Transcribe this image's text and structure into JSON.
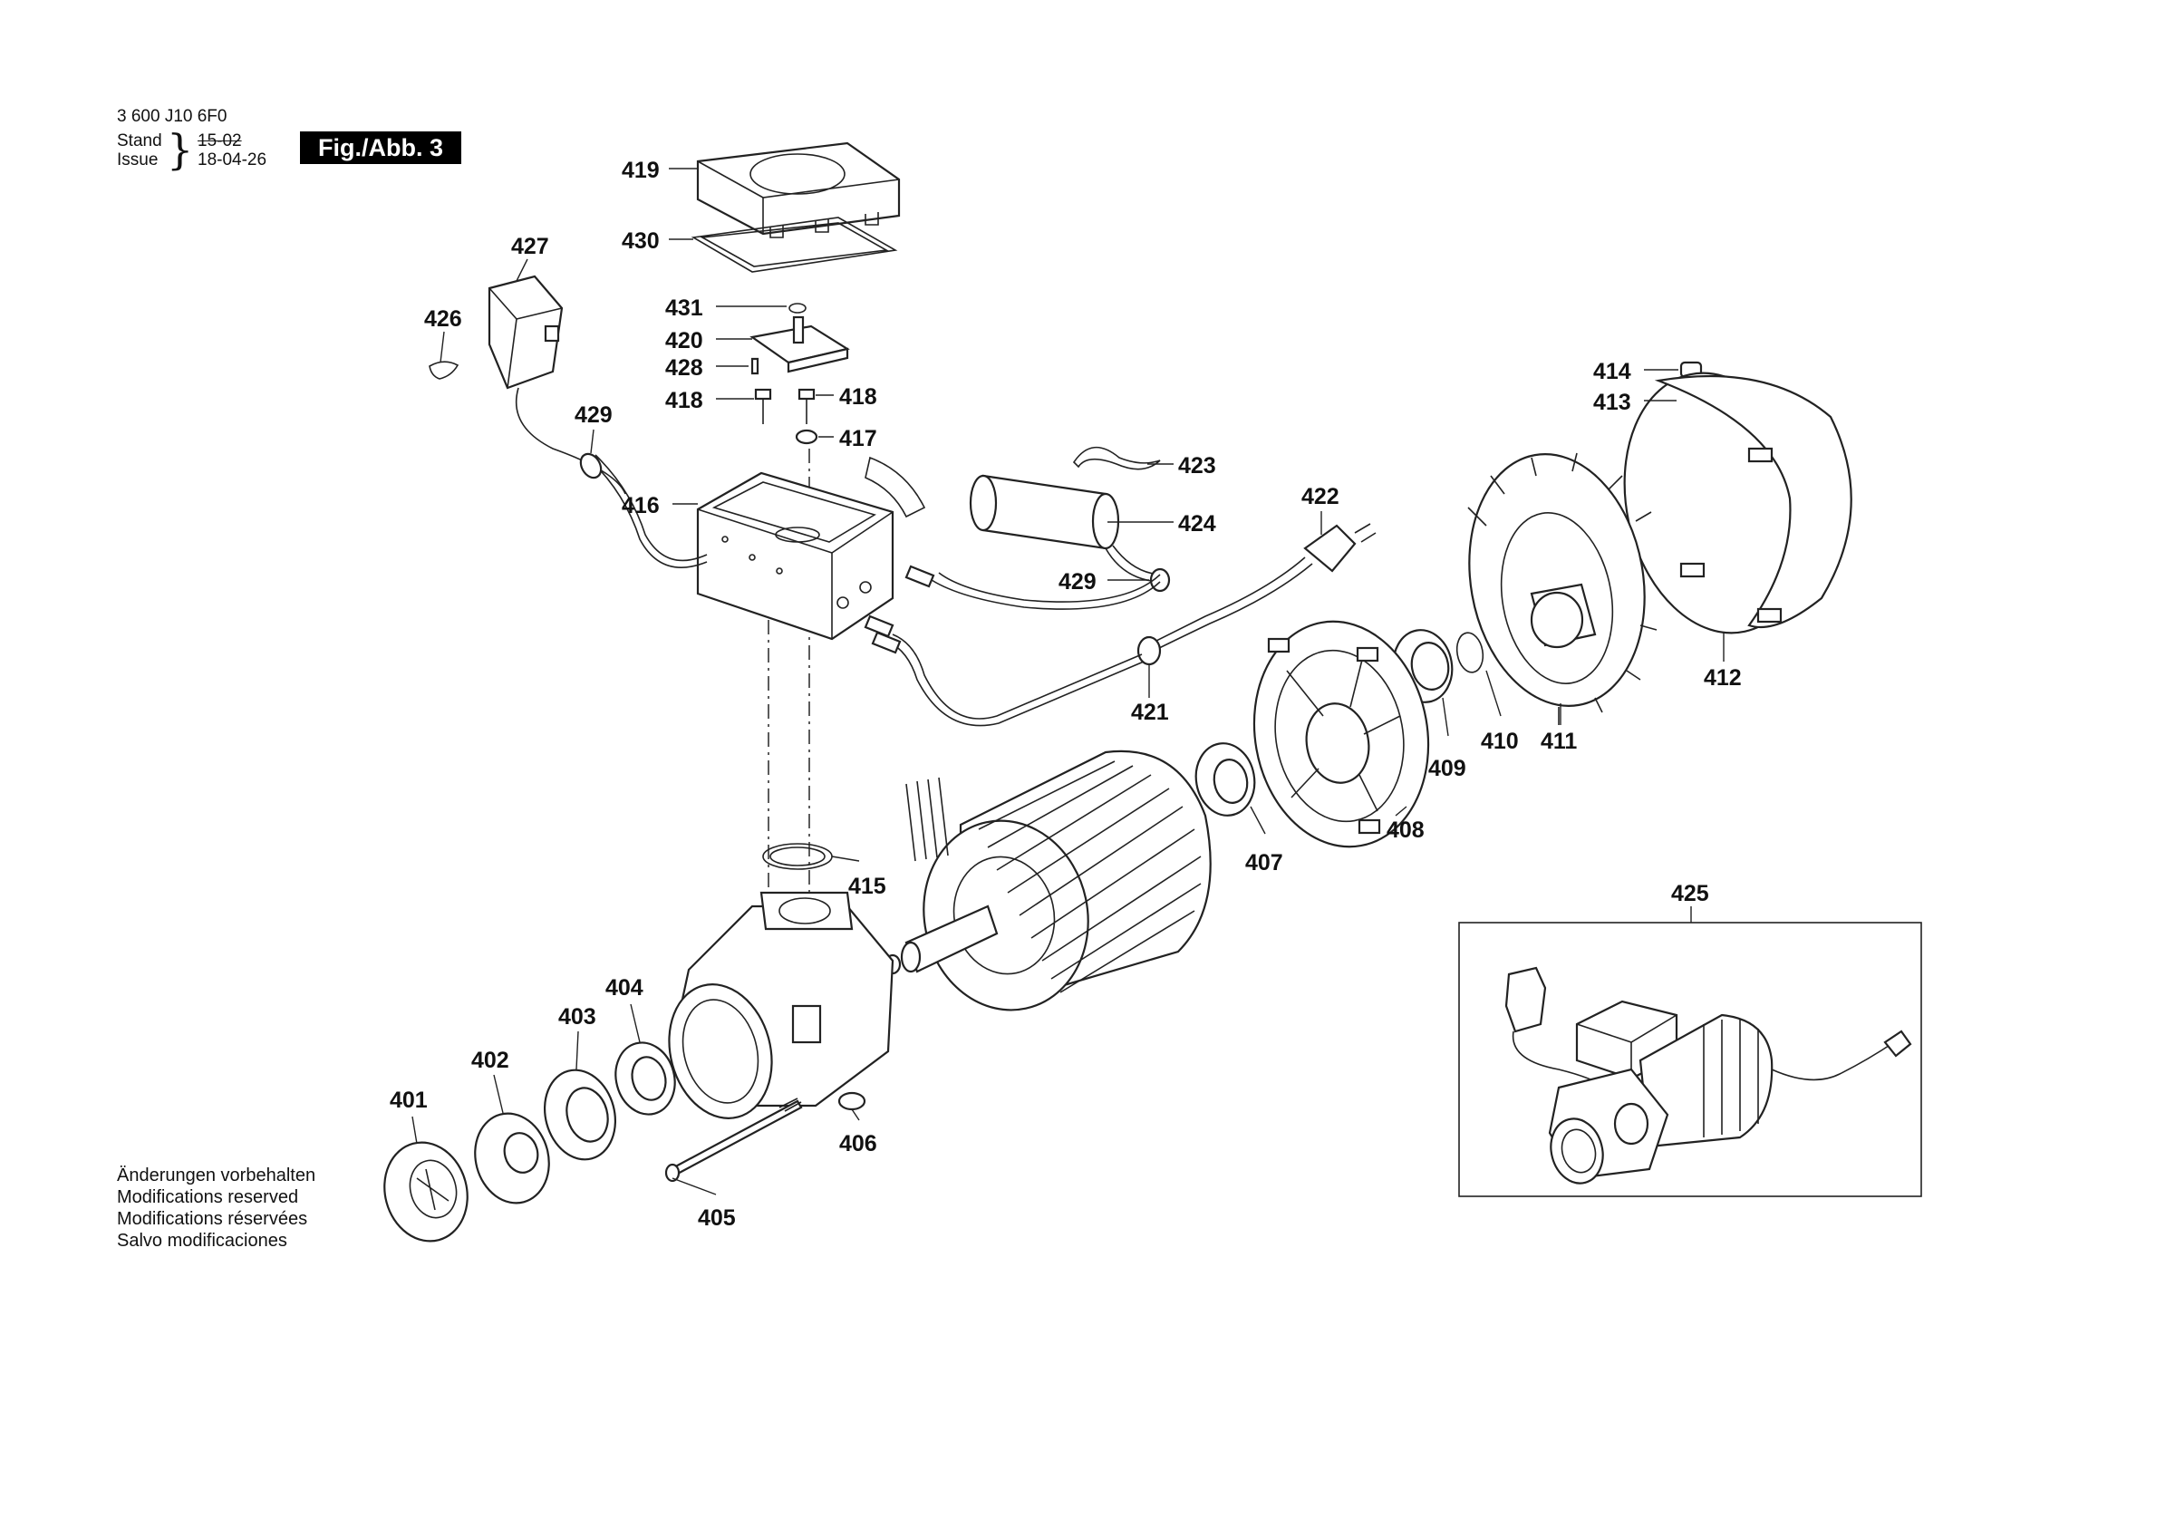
{
  "header": {
    "doc_code": "3 600 J10 6F0",
    "stand_label": "Stand",
    "issue_label": "Issue",
    "stand_date": "15-02",
    "issue_date": "18-04-26",
    "figure_label": "Fig./Abb. 3"
  },
  "notes": [
    "Änderungen vorbehalten",
    "Modifications reserved",
    "Modifications réservées",
    "Salvo modificaciones"
  ],
  "parts": [
    "419",
    "430",
    "427",
    "426",
    "431",
    "420",
    "428",
    "418",
    "418",
    "417",
    "429",
    "416",
    "423",
    "424",
    "429",
    "422",
    "414",
    "413",
    "421",
    "412",
    "411",
    "410",
    "409",
    "408",
    "407",
    "415",
    "425",
    "404",
    "403",
    "402",
    "401",
    "406",
    "405"
  ]
}
